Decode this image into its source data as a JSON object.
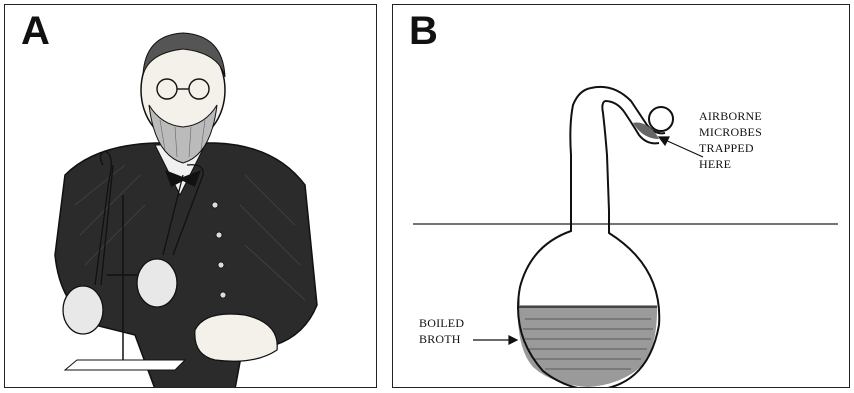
{
  "panel_a": {
    "letter": "A"
  },
  "panel_b": {
    "letter": "B",
    "annotation_microbes": [
      "AIRBORNE",
      "MICROBES",
      "TRAPPED",
      "HERE"
    ],
    "annotation_broth": [
      "BOILED",
      "BROTH"
    ]
  },
  "colors": {
    "ink": "#111111",
    "broth_fill": "#9a9a9a",
    "background": "#ffffff"
  }
}
